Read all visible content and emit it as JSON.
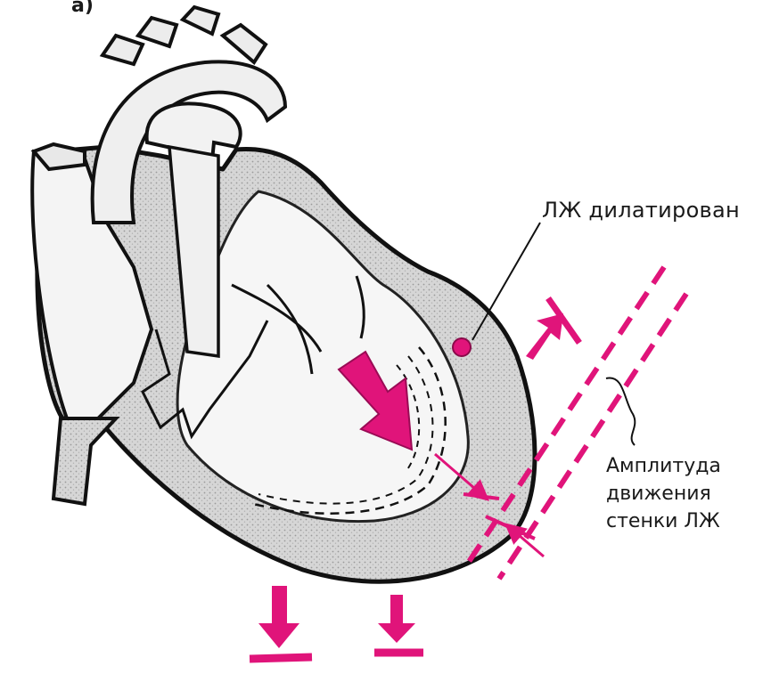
{
  "panel_label": "а)",
  "annotations": {
    "lv_dilated": "ЛЖ дилатирован",
    "amplitude_lines": [
      "Амплитуда",
      "движения",
      "стенки ЛЖ"
    ]
  },
  "colors": {
    "accent": "#e0147a",
    "outline": "#111111",
    "muscle_fill": "#d2d2d2",
    "chamber_fill": "#f3f3f3"
  }
}
